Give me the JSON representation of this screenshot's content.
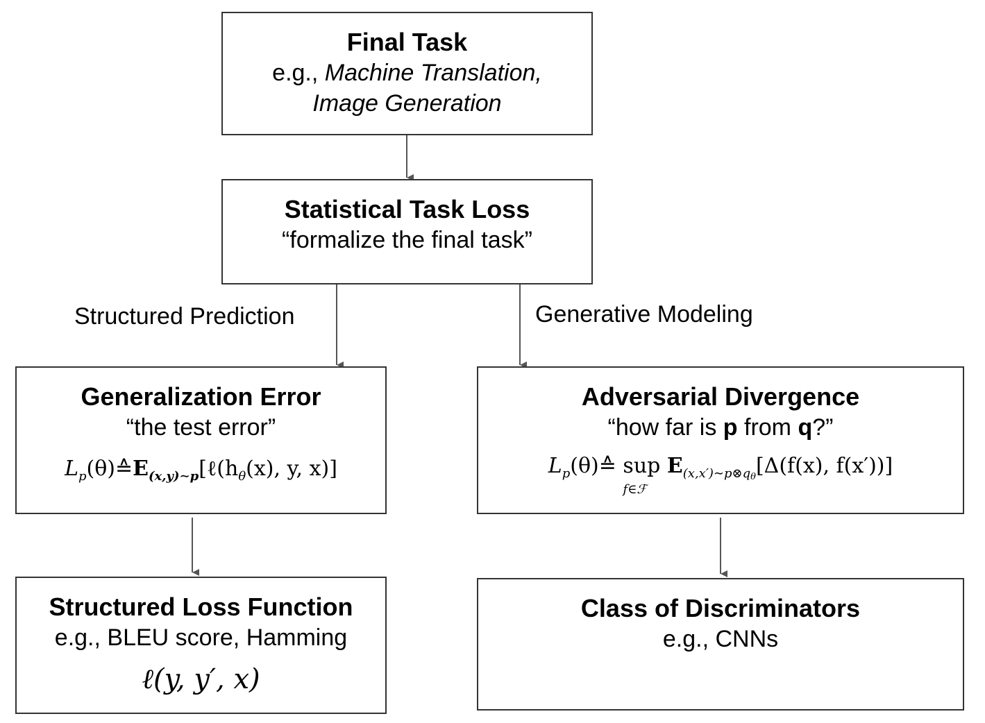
{
  "final_task": {
    "title": "Final Task",
    "prefix": "e.g., ",
    "examples_line1": "Machine Translation,",
    "examples_line2": "Image Generation"
  },
  "statistical_loss": {
    "title": "Statistical Task Loss",
    "subtitle": "“formalize the final task”"
  },
  "edges": {
    "left_label": "Structured Prediction",
    "right_label": "Generative Modeling"
  },
  "generalization": {
    "title": "Generalization Error",
    "subtitle": "“the test error”",
    "formula_lhs": "L",
    "formula_lhs_sub": "p",
    "formula_arg": "(θ)",
    "formula_def": "≙",
    "formula_E": "E",
    "formula_E_sub": "(x,y)∼p",
    "formula_body": "[ℓ(h",
    "formula_h_sub": "θ",
    "formula_tail": "(x), y, x)]"
  },
  "adversarial": {
    "title_pre": "Adversarial Divergence",
    "subtitle_a": "“how far is ",
    "subtitle_p": "p",
    "subtitle_b": " from ",
    "subtitle_q": "q",
    "subtitle_c": "?”",
    "formula_lhs": "L",
    "formula_lhs_sub": "p",
    "formula_arg": "(θ)",
    "formula_def": "≙",
    "formula_sup": "sup",
    "formula_sup_under": "f∈ℱ",
    "formula_E": "E",
    "formula_E_sub": "(x,x′)∼p⊗q",
    "formula_E_sub_q": "θ",
    "formula_body": "[Δ(f(x), f(x′))]"
  },
  "structured_loss": {
    "title": "Structured Loss Function",
    "subtitle": "e.g., BLEU score, Hamming",
    "formula": "ℓ(y, y′, x)"
  },
  "discriminators": {
    "title": "Class of Discriminators",
    "subtitle": "e.g., CNNs"
  }
}
